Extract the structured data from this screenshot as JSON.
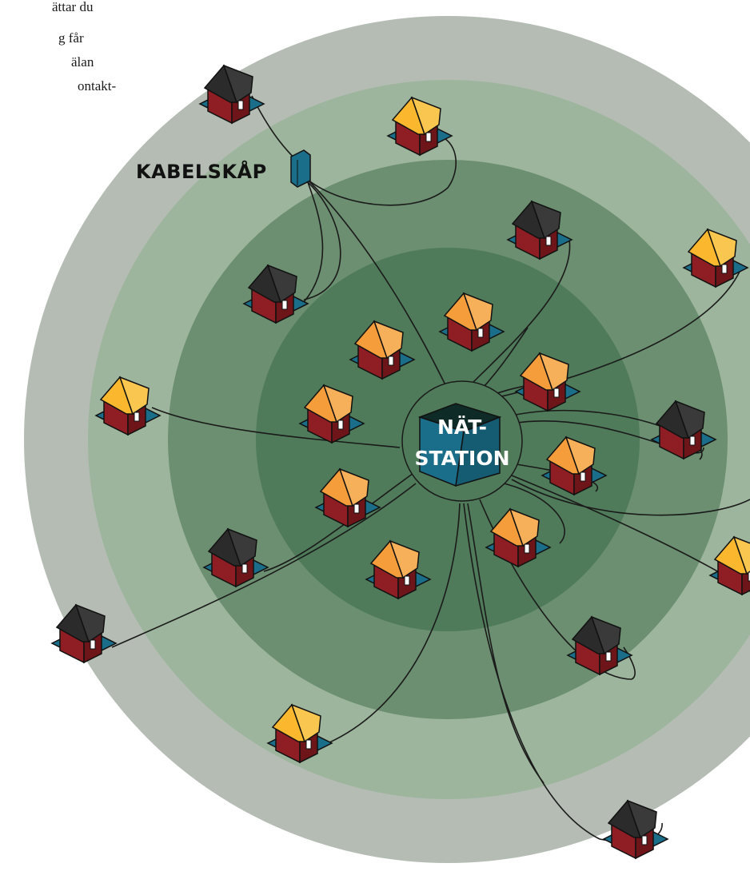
{
  "paragraph_fragment": {
    "lines": [
      "ättar du",
      "g får",
      "älan",
      "ontakt-"
    ]
  },
  "diagram": {
    "cabinet_label": "KABELSKÅP",
    "station_label": [
      "NÄT-",
      "STATION"
    ],
    "zones": [
      {
        "name": "outer",
        "color": "#b4bcb4"
      },
      {
        "name": "zone-3",
        "color": "#9db59d"
      },
      {
        "name": "zone-2",
        "color": "#6b8f70"
      },
      {
        "name": "inner",
        "color": "#4f7b5a"
      }
    ],
    "colors": {
      "roof_dark": "#2b2b2b",
      "roof_yellow": "#fbb82e",
      "roof_orange": "#f59d3a",
      "wall": "#8f1d24",
      "base": "#1b6e8a",
      "station_box": "#1b6e8a",
      "station_roof": "#0f2b28",
      "cable": "#1a1a1a",
      "cabinet": "#1b6e8a"
    },
    "houses": [
      {
        "id": "h1",
        "roof": "dark"
      },
      {
        "id": "h2",
        "roof": "yellow"
      },
      {
        "id": "h3",
        "roof": "dark"
      },
      {
        "id": "h4",
        "roof": "yellow"
      },
      {
        "id": "h5",
        "roof": "dark"
      },
      {
        "id": "h6",
        "roof": "orange"
      },
      {
        "id": "h7",
        "roof": "orange"
      },
      {
        "id": "h8",
        "roof": "yellow"
      },
      {
        "id": "h9",
        "roof": "orange"
      },
      {
        "id": "h10",
        "roof": "orange"
      },
      {
        "id": "h11",
        "roof": "dark"
      },
      {
        "id": "h12",
        "roof": "orange"
      },
      {
        "id": "h13",
        "roof": "orange"
      },
      {
        "id": "h14",
        "roof": "dark"
      },
      {
        "id": "h15",
        "roof": "orange"
      },
      {
        "id": "h16",
        "roof": "orange"
      },
      {
        "id": "h17",
        "roof": "yellow"
      },
      {
        "id": "h18",
        "roof": "dark"
      },
      {
        "id": "h19",
        "roof": "dark"
      },
      {
        "id": "h20",
        "roof": "yellow"
      },
      {
        "id": "h21",
        "roof": "dark"
      }
    ]
  }
}
